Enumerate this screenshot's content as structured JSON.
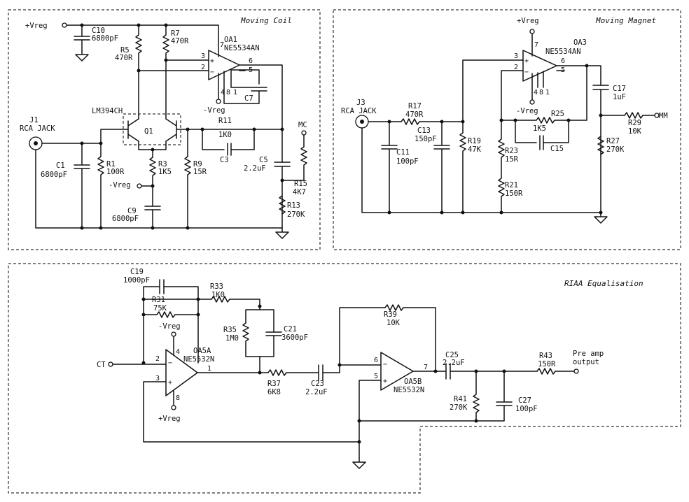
{
  "sections": {
    "moving_coil": "Moving Coil",
    "moving_magnet": "Moving Magnet",
    "riaa": "RIAA Equalisation"
  },
  "rails": {
    "pos": "+Vreg",
    "neg": "-Vreg"
  },
  "parts": {
    "C10": [
      "C10",
      "6800pF"
    ],
    "R5": [
      "R5",
      "470R"
    ],
    "R7": [
      "R7",
      "470R"
    ],
    "OA1": [
      "OA1",
      "NE5534AN"
    ],
    "C7": [
      "C7",
      ""
    ],
    "Q1": [
      "Q1",
      "LM394CH"
    ],
    "J1": [
      "J1",
      "RCA JACK"
    ],
    "C1": [
      "C1",
      "6800pF"
    ],
    "R1": [
      "R1",
      "100R"
    ],
    "R3": [
      "R3",
      "1K5"
    ],
    "C9": [
      "C9",
      "6800pF"
    ],
    "R11": [
      "R11",
      "1K0"
    ],
    "C3": [
      "C3",
      ""
    ],
    "R9": [
      "R9",
      "15R"
    ],
    "C5": [
      "C5",
      "2.2uF"
    ],
    "R15": [
      "R15",
      "4K7"
    ],
    "R13": [
      "R13",
      "270K"
    ],
    "MC": "MC",
    "J3": [
      "J3",
      "RCA JACK"
    ],
    "R17": [
      "R17",
      "470R"
    ],
    "C13": [
      "C13",
      "150pF"
    ],
    "C11": [
      "C11",
      "100pF"
    ],
    "R19": [
      "R19",
      "47K"
    ],
    "OA3": [
      "OA3",
      "NE5534AN"
    ],
    "R25": [
      "R25",
      "1K5"
    ],
    "C15": [
      "C15",
      ""
    ],
    "R23": [
      "R23",
      "15R"
    ],
    "R21": [
      "R21",
      "150R"
    ],
    "C17": [
      "C17",
      "1uF"
    ],
    "R27": [
      "R27",
      "270K"
    ],
    "R29": [
      "R29",
      "10K"
    ],
    "MM": "MM",
    "C19": [
      "C19",
      "1000pF"
    ],
    "R31": [
      "R31",
      "75K"
    ],
    "R33": [
      "R33",
      "1K0"
    ],
    "R35": [
      "R35",
      "1M0"
    ],
    "C21": [
      "C21",
      "3600pF"
    ],
    "OA5A": [
      "OA5A",
      "NE5532N"
    ],
    "CT": "CT",
    "R37": [
      "R37",
      "6K8"
    ],
    "C23": [
      "C23",
      "2.2uF"
    ],
    "R39": [
      "R39",
      "10K"
    ],
    "OA5B": [
      "OA5B",
      "NE5532N"
    ],
    "C25": [
      "C25",
      "2.2uF"
    ],
    "R41": [
      "R41",
      "270K"
    ],
    "C27": [
      "C27",
      "100pF"
    ],
    "R43": [
      "R43",
      "150R"
    ],
    "preamp": [
      "Pre amp",
      "output"
    ]
  },
  "pins": {
    "p1": "1",
    "p2": "2",
    "p3": "3",
    "p4": "4",
    "p5": "5",
    "p6": "6",
    "p7": "7",
    "p8": "8"
  }
}
